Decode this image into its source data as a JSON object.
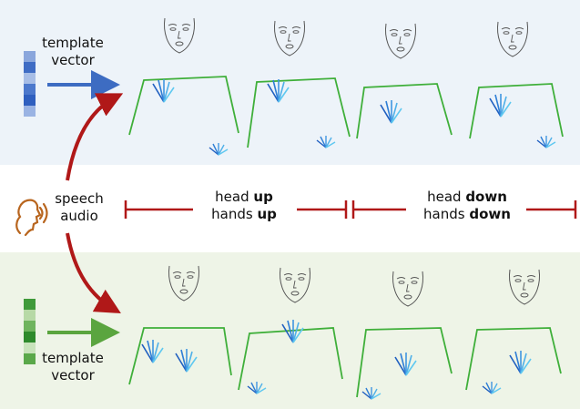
{
  "top_panel": {
    "label_line1": "template",
    "label_line2": "vector",
    "vector_colors": [
      "#8aa6dc",
      "#3f6cc4",
      "#a7bde6",
      "#4c78cc",
      "#2f5fbf",
      "#9ab3e3"
    ]
  },
  "middle": {
    "speech_line1": "speech",
    "speech_line2": "audio",
    "range_a": {
      "line1_prefix": "head ",
      "line1_bold": "up",
      "line2_prefix": "hands ",
      "line2_bold": "up"
    },
    "range_b": {
      "line1_prefix": "head ",
      "line1_bold": "down",
      "line2_prefix": "hands ",
      "line2_bold": "down"
    }
  },
  "bottom_panel": {
    "label_line1": "template",
    "label_line2": "vector",
    "vector_colors": [
      "#3f9a3a",
      "#b7d9a6",
      "#6fb45e",
      "#2e8a2c",
      "#c8e3bb",
      "#5aa84a"
    ]
  },
  "colors": {
    "top_band": "#edf3f9",
    "bottom_band": "#eef4e7",
    "top_arrow": "#3d6cc2",
    "bottom_arrow": "#5aa53f",
    "red": "#b01818",
    "body_line": "#3faf3a",
    "hand": "#2f7fd6",
    "face": "#555555",
    "speaker": "#b8651e"
  }
}
